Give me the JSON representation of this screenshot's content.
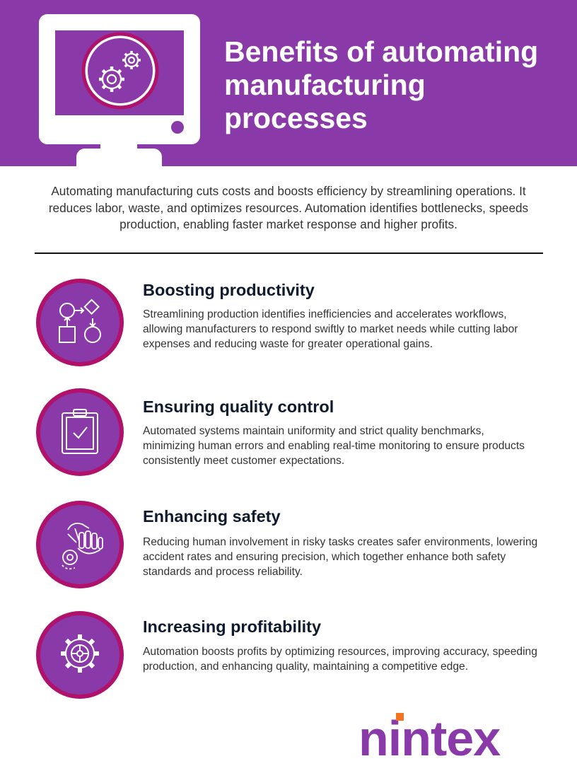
{
  "header": {
    "title": "Benefits of automating manufacturing processes",
    "monitor_icon": "gears-monitor-icon",
    "colors": {
      "background": "#8a3aa8",
      "accent": "#b0116a",
      "title": "#ffffff"
    }
  },
  "intro": "Automating manufacturing cuts costs and boosts efficiency by streamlining operations. It reduces labor, waste, and optimizes resources. Automation identifies bottlenecks, speeds production, enabling faster market response and higher profits.",
  "benefits": [
    {
      "icon": "workflow-icon",
      "title": "Boosting productivity",
      "text": "Streamlining production identifies inefficiencies and accelerates workflows, allowing manufacturers to respond swiftly to market needs while cutting labor expenses and reducing waste for greater operational gains."
    },
    {
      "icon": "clipboard-check-icon",
      "title": "Ensuring quality control",
      "text": "Automated systems maintain uniformity and strict quality benchmarks, minimizing human errors and enabling real-time monitoring to ensure products consistently meet customer expectations."
    },
    {
      "icon": "robot-hand-icon",
      "title": "Enhancing safety",
      "text": "Reducing human involvement in risky tasks creates safer environments, lowering accident rates and ensuring precision, which together enhance both safety standards and process reliability."
    },
    {
      "icon": "gear-icon",
      "title": "Increasing profitability",
      "text": "Automation boosts profits by optimizing resources, improving accuracy, speeding production, and enhancing quality, maintaining a competitive edge."
    }
  ],
  "logo": {
    "text": "nintex",
    "color": "#8a3aa8",
    "dot_color": "#f4731f"
  }
}
